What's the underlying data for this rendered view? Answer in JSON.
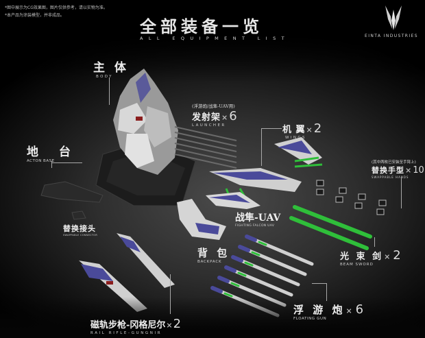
{
  "disclaimers": [
    "*图中展示为CG效果图，图片仅供参考，请以实物为准。",
    "*本产品为涂装模型，并非成品。"
  ],
  "header": {
    "title_cn": "全部装备一览",
    "title_en": "ALL EQUIPMENT LIST"
  },
  "brand": {
    "logo_icon": "einta-crown-logo-icon",
    "name": "EINTA INDUSTRIES"
  },
  "items": {
    "body": {
      "cn": "主  体",
      "en": "BODY"
    },
    "launcher": {
      "note": "(浮游炮/战隼-UAV用)",
      "cn": "发射架",
      "x": "×",
      "qty": "6",
      "en": "LAUNCHER"
    },
    "wings": {
      "cn": "机 翼",
      "x": "×",
      "qty": "2",
      "en": "WINGS"
    },
    "hands": {
      "note": "(其中两枚已安装至手臂上)",
      "cn": "替换手型",
      "x": "×",
      "qty": "10",
      "en": "SWAPPABLE HANDS"
    },
    "base": {
      "cn": "地  台",
      "en": "ACTON BASE"
    },
    "connector": {
      "cn": "替换接头",
      "en": "SWAPPABLE CONNECTOR"
    },
    "uav": {
      "cn": "战隼-UAV",
      "en": "FIGHTING FALCON UAV"
    },
    "backpack": {
      "cn": "背 包",
      "en": "BACKPACK"
    },
    "sword": {
      "cn": "光 束 剑",
      "x": "×",
      "qty": "2",
      "en": "BEAM SWORD"
    },
    "floating_gun": {
      "cn": "浮 游 炮",
      "x": "×",
      "qty": "6",
      "en": "FLOATING GUN"
    },
    "rail_rifle": {
      "cn": "磁轨步枪-冈格尼尔",
      "x": "×",
      "qty": "2",
      "en": "RAIL RIFLE-GUNGNIR"
    }
  },
  "colors": {
    "background": "#000000",
    "text": "#e8e8e8",
    "accent_purple": "#4a4a9a",
    "accent_green": "#2fbf3a"
  }
}
